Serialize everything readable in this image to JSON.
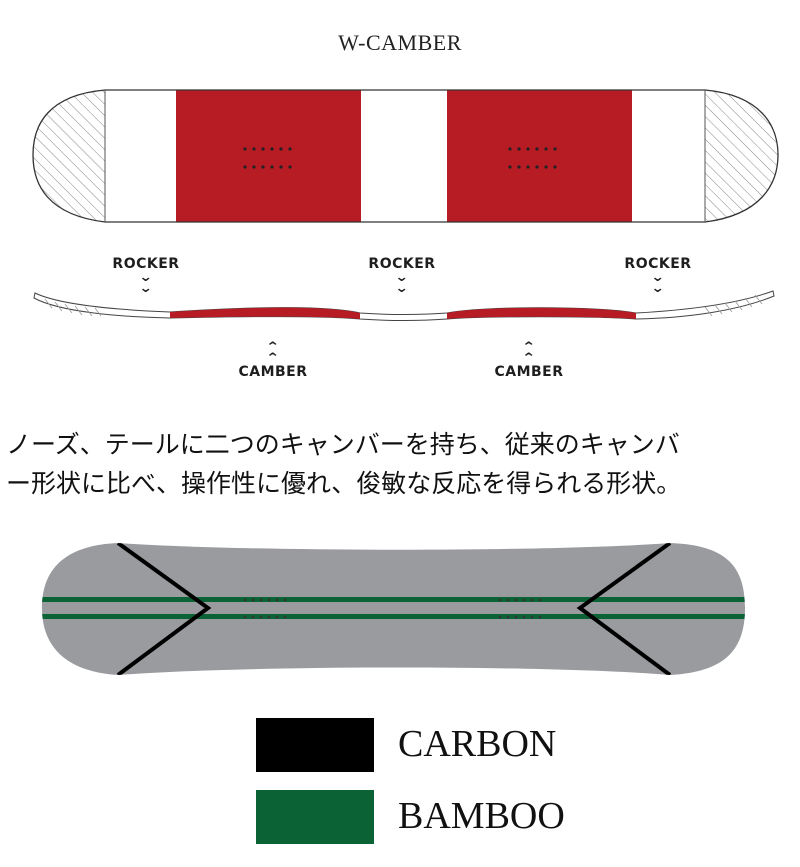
{
  "diagram": {
    "profile_title": "W-CAMBER",
    "rocker_label": "ROCKER",
    "camber_label": "CAMBER",
    "description_line1": "ノーズ、テールに二つのキャンバーを持ち、従来のキャンバ",
    "description_line2": "ー形状に比べ、操作性に優れ、俊敏な反応を得られる形状。",
    "legend": [
      {
        "label": "CARBON",
        "color": "#000000"
      },
      {
        "label": "BAMBOO",
        "color": "#0b6335"
      }
    ],
    "colors": {
      "camber_zone": "#b71c24",
      "core_gray": "#9a9b9f",
      "carbon": "#000000",
      "bamboo": "#0b6335"
    }
  }
}
